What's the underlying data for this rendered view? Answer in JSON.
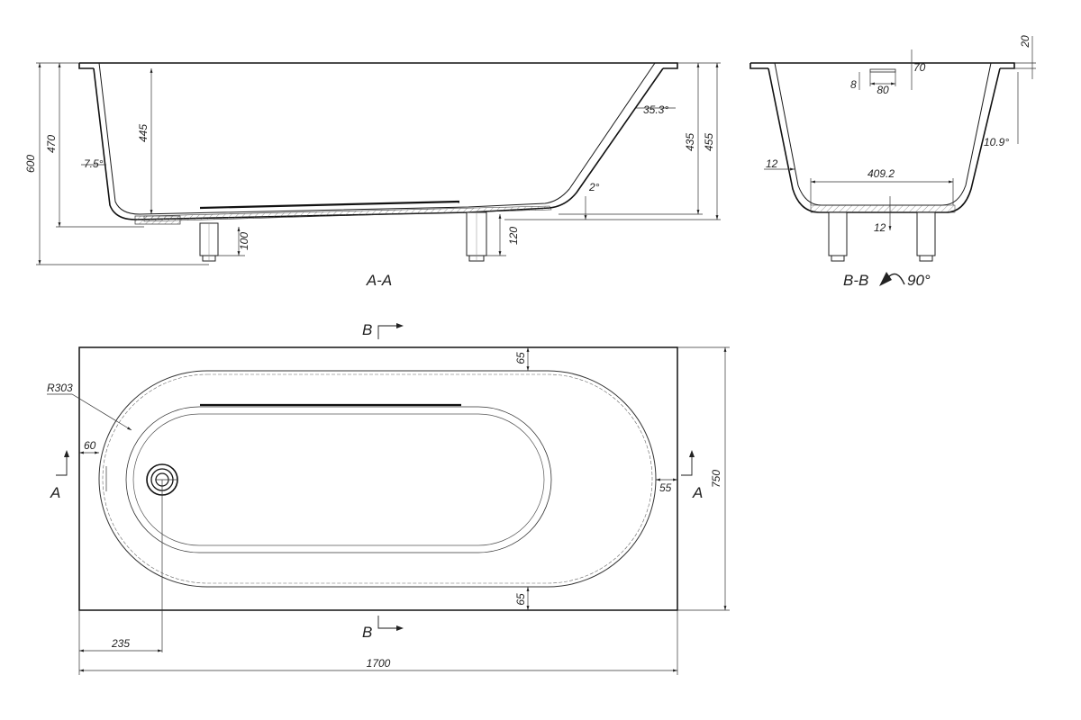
{
  "section_aa": {
    "title": "A-A",
    "dims": {
      "total_height": "600",
      "inner_height": "470",
      "depth": "445",
      "wall_angle": "7.5°",
      "slope_angle": "35.3°",
      "right_depth": "435",
      "right_height": "455",
      "floor_slope": "2°",
      "leg_left": "100",
      "leg_right": "120"
    }
  },
  "section_bb": {
    "title": "B-B",
    "rotation": "90°",
    "dims": {
      "rim": "20",
      "top_offset": "70",
      "small": "8",
      "slot_width": "80",
      "wall_angle": "10.9°",
      "thickness": "12",
      "bottom_width": "409.2",
      "bottom_thickness": "12"
    }
  },
  "plan": {
    "section_marker_b": "B",
    "section_marker_a": "A",
    "radius": "R303",
    "dim_65_top": "65",
    "dim_65_bottom": "65",
    "dim_60": "60",
    "dim_55": "55",
    "width": "750",
    "drain_offset": "235",
    "length": "1700"
  }
}
